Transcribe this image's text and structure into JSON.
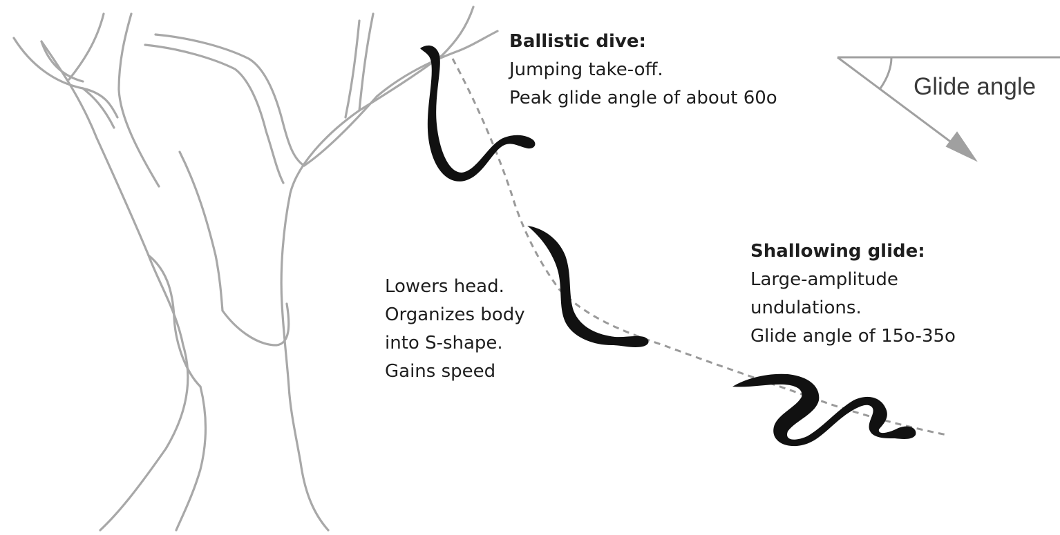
{
  "ballistic_dive": {
    "heading": "Ballistic dive:",
    "line1": "Jumping take-off.",
    "line2": "Peak glide angle of about 60o"
  },
  "lowers_head": {
    "line1": "Lowers head.",
    "line2": "Organizes body",
    "line3": "into S-shape.",
    "line4": "Gains speed"
  },
  "shallowing_glide": {
    "heading": "Shallowing glide:",
    "line1": "Large-amplitude",
    "line2": "undulations.",
    "line3": "Glide angle of 15o-35o"
  },
  "glide_angle_label": "Glide angle",
  "colors": {
    "tree_outline": "#a8a8a8",
    "snake": "#111111",
    "trajectory": "#9a9a9a",
    "text": "#1e1e1e",
    "angle_arrow": "#a0a0a0"
  }
}
